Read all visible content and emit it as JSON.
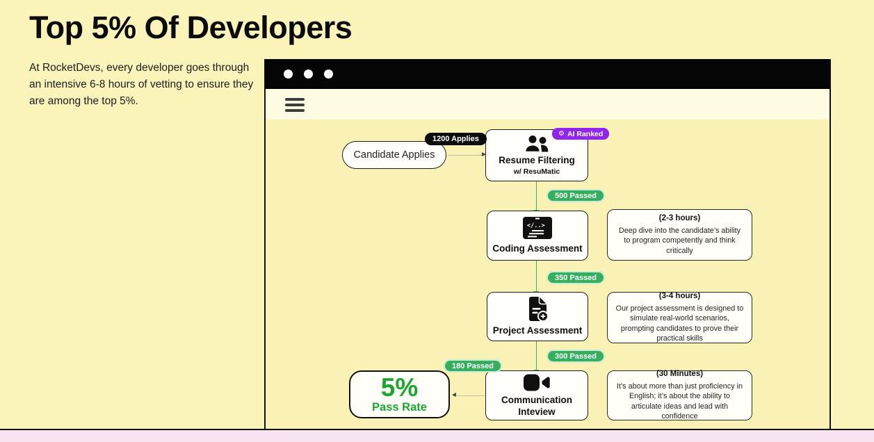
{
  "page": {
    "title": "Top 5% Of Developers",
    "subtitle": "At RocketDevs, every developer goes through an intensive 6-8 hours of vetting to ensure they are among the top 5%.",
    "colors": {
      "background": "#FBF4BA",
      "window_menubar": "#FEFBE3",
      "badge_green": "#35AF5D",
      "badge_purple": "#9125EB",
      "arrow_green": "#3FB45E",
      "result_green": "#1CA62F",
      "footer_pink": "#F9E5F2"
    }
  },
  "browser": {
    "dots_count": 3,
    "menu_icon": "hamburger-icon"
  },
  "flow": {
    "start": {
      "label": "Candidate Applies",
      "badge": "1200 Applies"
    },
    "steps": [
      {
        "title": "Resume Filtering",
        "subtitle": "w/ ResuMatic",
        "icon": "people-icon",
        "tag": "AI Ranked",
        "passed": "500 Passed"
      },
      {
        "title": "Coding Assessment",
        "icon": "code-window-icon",
        "note_title": "(2-3 hours)",
        "note_body": "Deep dive into the candidate’s ability to program competently and think critically",
        "passed": "350 Passed"
      },
      {
        "title": "Project Assessment",
        "icon": "document-plus-icon",
        "note_title": "(3-4 hours)",
        "note_body": "Our project assessment is designed to simulate real-world scenarios, prompting candidates to prove their practical skills",
        "passed": "300 Passed"
      },
      {
        "title": "Communication Inteview",
        "icon": "video-camera-icon",
        "note_title": "(30 Minutes)",
        "note_body": "It’s about more than just proficiency in English; it’s about the ability to articulate ideas and lead with confidence",
        "passed": "180 Passed"
      }
    ],
    "result": {
      "value": "5%",
      "label": "Pass Rate"
    }
  }
}
